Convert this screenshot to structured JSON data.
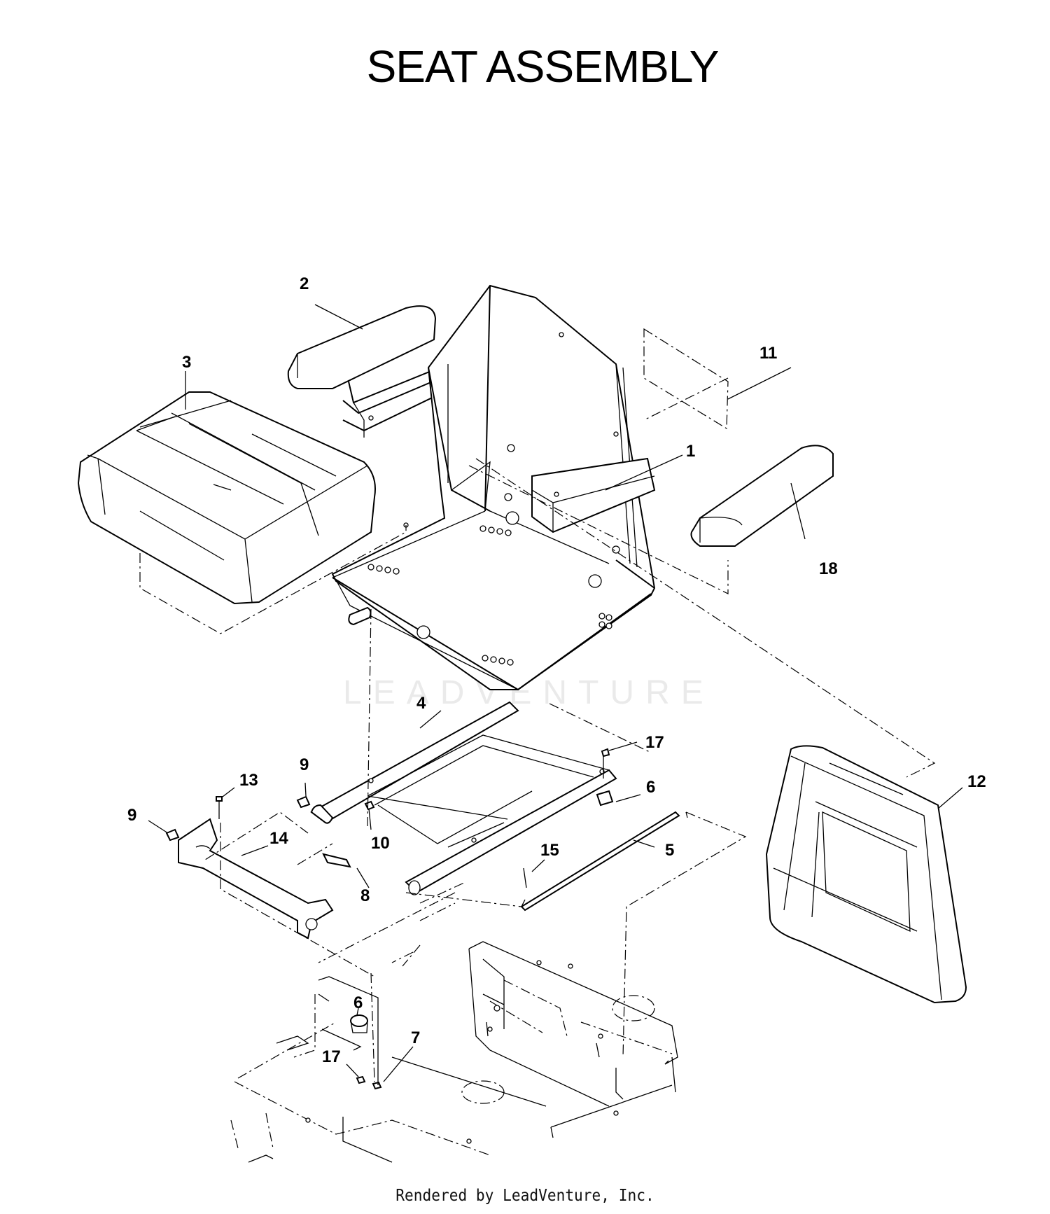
{
  "title": "SEAT ASSEMBLY",
  "footer": "Rendered by LeadVenture, Inc.",
  "watermark": "LEADVENTURE",
  "callouts": [
    "1",
    "2",
    "3",
    "4",
    "5",
    "6",
    "6",
    "7",
    "8",
    "9",
    "9",
    "10",
    "11",
    "12",
    "13",
    "14",
    "15",
    "17",
    "17",
    "18"
  ],
  "parts": [
    {
      "name": "seat-pan",
      "callout": "1"
    },
    {
      "name": "left-armrest",
      "callout": "2"
    },
    {
      "name": "seat-cushion",
      "callout": "3"
    },
    {
      "name": "seat-mount-frame",
      "callout": "4"
    },
    {
      "name": "rod",
      "callout": "5"
    },
    {
      "name": "rubber-bumper",
      "callout": "6"
    },
    {
      "name": "nut-7",
      "callout": "7"
    },
    {
      "name": "bolt",
      "callout": "8"
    },
    {
      "name": "nut-9",
      "callout": "9"
    },
    {
      "name": "nut-10",
      "callout": "10"
    },
    {
      "name": "label-11",
      "callout": "11"
    },
    {
      "name": "back-cushion",
      "callout": "12"
    },
    {
      "name": "screw-13",
      "callout": "13"
    },
    {
      "name": "pivot-bracket",
      "callout": "14"
    },
    {
      "name": "cotter-pin",
      "callout": "15"
    },
    {
      "name": "nut-17",
      "callout": "17"
    },
    {
      "name": "right-armrest",
      "callout": "18"
    }
  ],
  "colors": {
    "line": "#000000",
    "background": "#ffffff",
    "watermark": "#e8e8e8"
  }
}
